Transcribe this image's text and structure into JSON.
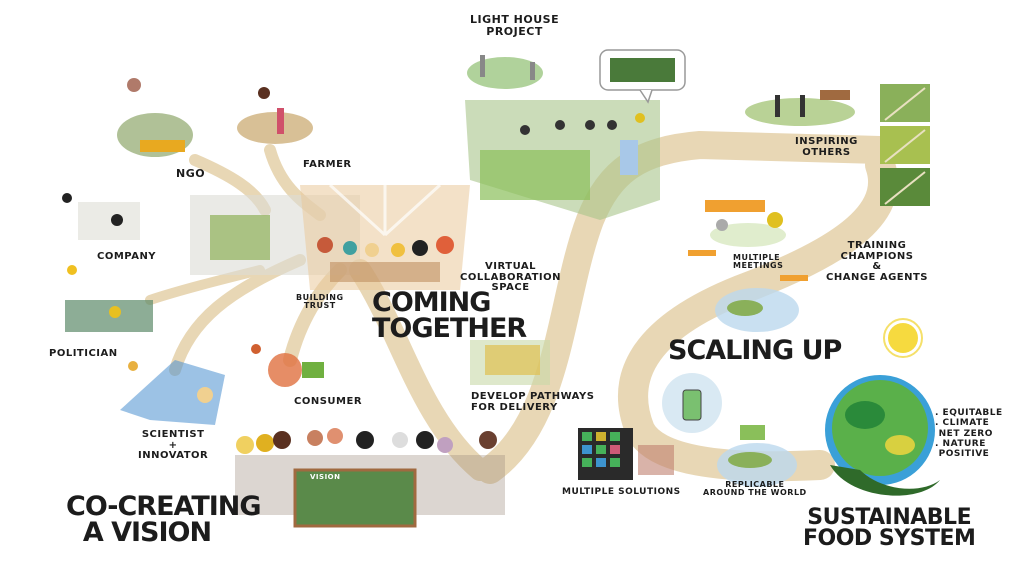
{
  "labels": {
    "lighthouse_1": "Light House",
    "lighthouse_2": "Project",
    "ngo": "NGO",
    "farmer": "Farmer",
    "company": "Company",
    "politician": "Politician",
    "scientist_1": "Scientist",
    "scientist_2": "+",
    "scientist_3": "Innovator",
    "consumer": "Consumer",
    "building_trust_1": "Building",
    "building_trust_2": "Trust",
    "coming_together_1": "Coming",
    "coming_together_2": "Together",
    "virtual_1": "Virtual",
    "virtual_2": "Collaboration",
    "virtual_3": "Space",
    "pathways_1": "Develop Pathways",
    "pathways_2": "for Delivery",
    "vision_1": "Co-Creating",
    "vision_2": "a Vision",
    "vision_board": "Vision",
    "inspiring_1": "Inspiring",
    "inspiring_2": "Others",
    "meetings_1": "Multiple",
    "meetings_2": "Meetings",
    "training_1": "Training",
    "training_2": "Champions",
    "training_3": "&",
    "training_4": "Change Agents",
    "scaling_up": "Scaling Up",
    "solutions": "Multiple Solutions",
    "replicable_1": "Replicable",
    "replicable_2": "Around the World",
    "outcome_1": ". Equitable",
    "outcome_2": ". Climate",
    "outcome_3": "Net Zero",
    "outcome_4": ". Nature",
    "outcome_5": "Positive",
    "sfs_1": "Sustainable",
    "sfs_2": "Food System"
  },
  "colors": {
    "path": "#e6d3ad",
    "green": "#6f9a4a",
    "blue": "#4a90d0",
    "yellow": "#f2d23a",
    "orange": "#f0a030"
  }
}
